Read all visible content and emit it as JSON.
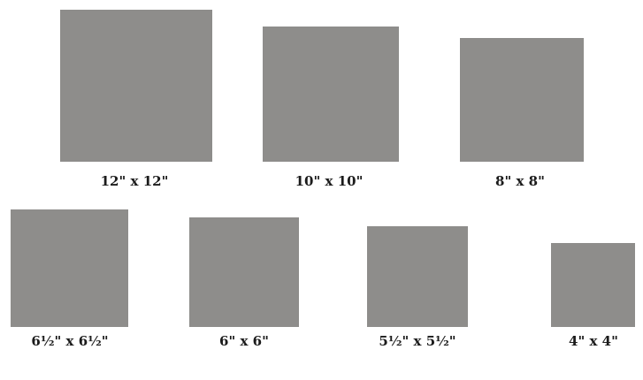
{
  "tile_color": "#8e8d8b",
  "tiles": [
    {
      "label": "12\" x 12\""
    },
    {
      "label": "10\" x 10\""
    },
    {
      "label": "8\" x 8\""
    },
    {
      "label": "6½\" x 6½\""
    },
    {
      "label": "6\" x 6\""
    },
    {
      "label": "5½\" x 5½\""
    },
    {
      "label": "4\" x 4\""
    }
  ]
}
